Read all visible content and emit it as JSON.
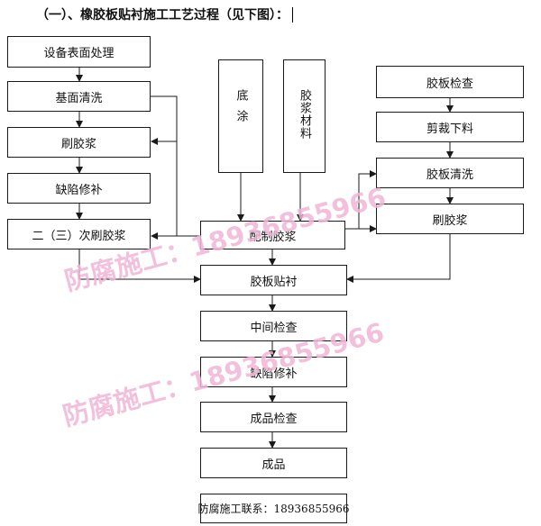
{
  "title": "（一）、橡胶板贴衬施工工艺过程（见下图）：",
  "left_steps": [
    "设备表面处理",
    "基面清洗",
    "刷胶浆",
    "缺陷修补",
    "二（三）次刷胶浆"
  ],
  "vertical_labels": {
    "primer": "底涂",
    "material": "胶浆材料"
  },
  "right_steps": [
    "胶板检查",
    "剪裁下料",
    "胶板清洗",
    "刷胶浆"
  ],
  "center_steps": [
    "配制胶浆",
    "胶板贴衬",
    "中间检查",
    "缺陷修补",
    "成品检查",
    "成品",
    "防腐施工联系：18936855966"
  ],
  "watermark": {
    "text1": "防腐施工：18936855966",
    "text2": "防腐施工：18936855966",
    "color": "#f0b6d6"
  }
}
